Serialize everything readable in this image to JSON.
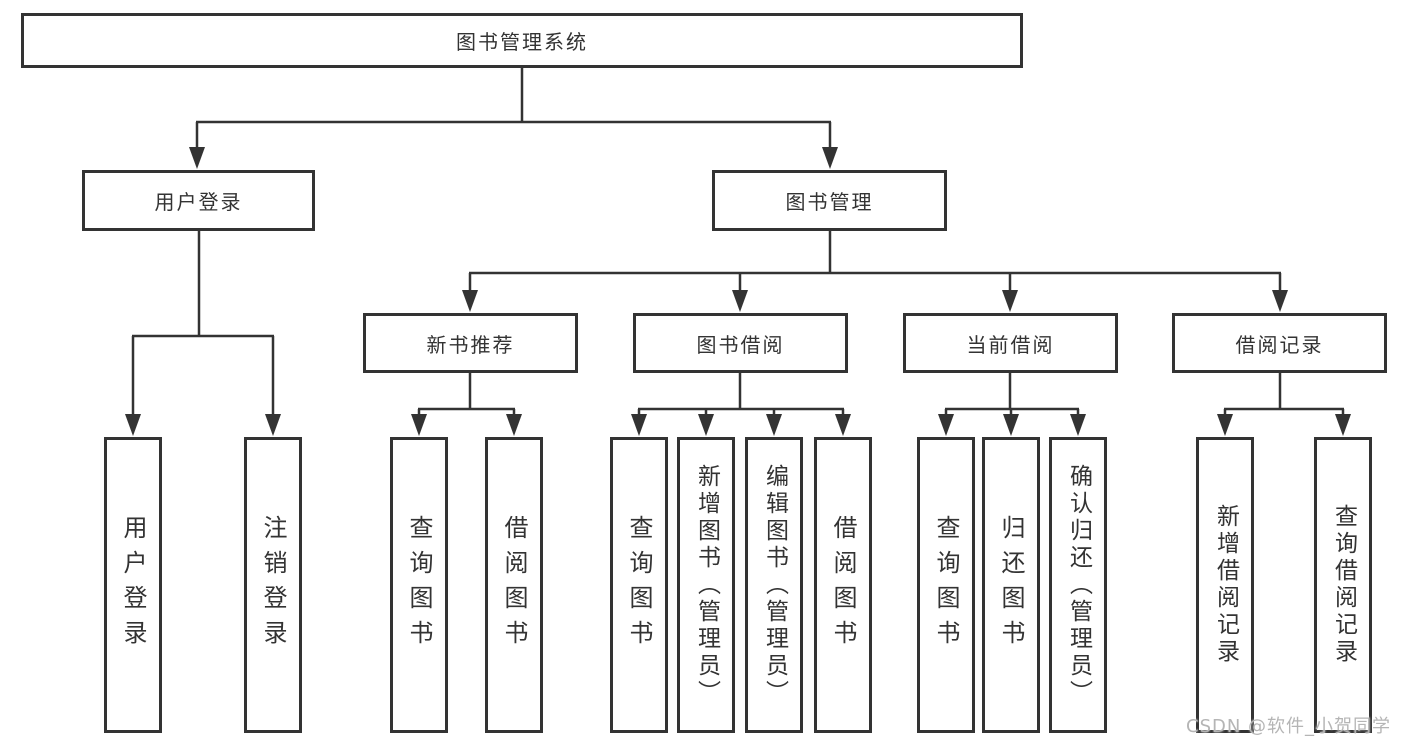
{
  "tree": {
    "label": "图书管理系统",
    "children": [
      {
        "label": "用户登录",
        "children": [
          {
            "label": "用户登录"
          },
          {
            "label": "注销登录"
          }
        ]
      },
      {
        "label": "图书管理",
        "children": [
          {
            "label": "新书推荐",
            "children": [
              {
                "label": "查询图书"
              },
              {
                "label": "借阅图书"
              }
            ]
          },
          {
            "label": "图书借阅",
            "children": [
              {
                "label": "查询图书"
              },
              {
                "label": "新增图书（管理员）"
              },
              {
                "label": "编辑图书（管理员）"
              },
              {
                "label": "借阅图书"
              }
            ]
          },
          {
            "label": "当前借阅",
            "children": [
              {
                "label": "查询图书"
              },
              {
                "label": "归还图书"
              },
              {
                "label": "确认归还（管理员）"
              }
            ]
          },
          {
            "label": "借阅记录",
            "children": [
              {
                "label": "新增借阅记录"
              },
              {
                "label": "查询借阅记录"
              }
            ]
          }
        ]
      }
    ]
  },
  "watermark": {
    "text": "CSDN @软件_小贺同学"
  },
  "colors": {
    "line": "#333333",
    "box_border": "#333333",
    "text": "#333333",
    "watermark": "#b5b5b5",
    "background": "#ffffff"
  }
}
